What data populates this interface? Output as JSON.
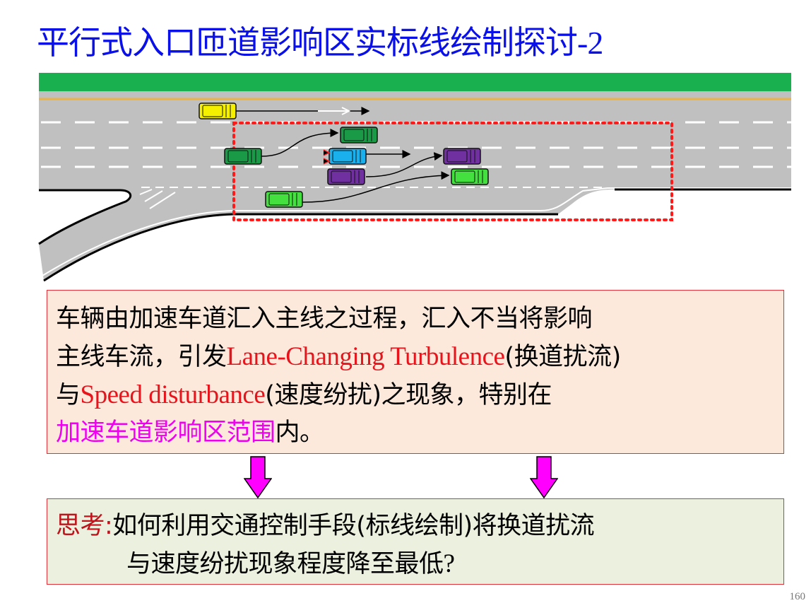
{
  "title": {
    "text": "平行式入口匝道影响区实标线绘制探讨",
    "suffix": "-2"
  },
  "diagram": {
    "colors": {
      "median": "#19b050",
      "road": "#c0c0c0",
      "zone": "#ff1a1a",
      "yellow_line": "#e8b44a"
    },
    "cars": [
      "yellow",
      "green",
      "green",
      "blue",
      "purple",
      "purple",
      "light-green",
      "light-green"
    ]
  },
  "description": {
    "line1": "车辆由加速车道汇入主线之过程，汇入不当将影响",
    "line2_a": "主线车流，引发",
    "line2_en": "Lane-Changing Turbulence",
    "line2_b": "(换道扰流)",
    "line3_a": "与",
    "line3_en": "Speed disturbance",
    "line3_b": "(速度纷扰)之现象，特别在",
    "line4_highlight": "加速车道影响区范围",
    "line4_b": "内。"
  },
  "question": {
    "label": "思考:",
    "line1": "如何利用交通控制手段(标线绘制)将换道扰流",
    "line2": "与速度纷扰现象程度降至最低",
    "qmark": "?"
  },
  "page_number": "160"
}
